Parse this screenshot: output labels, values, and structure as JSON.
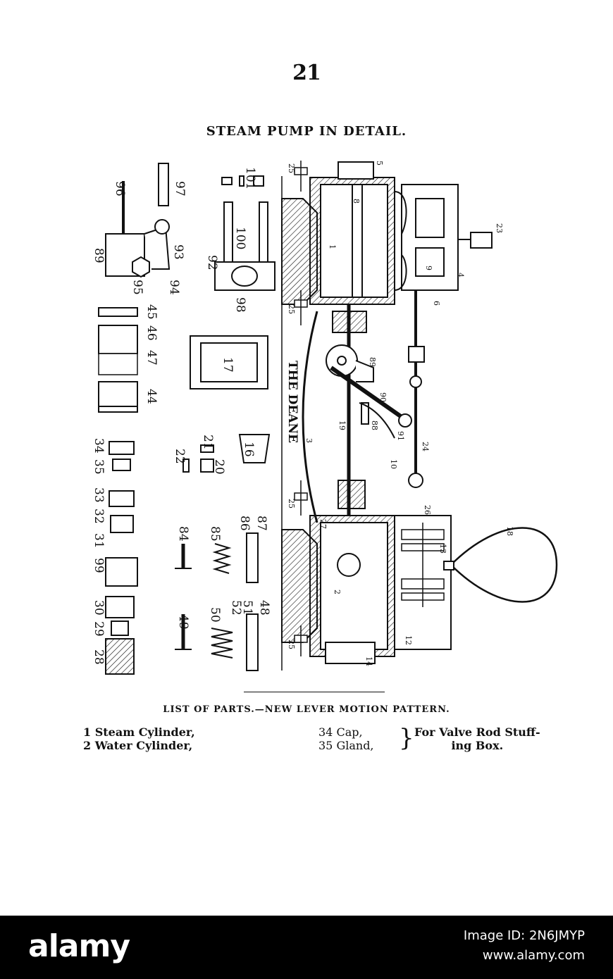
{
  "page_number": "21",
  "title": "STEAM PUMP IN DETAIL.",
  "figure": {
    "labels": {
      "l101": "101",
      "l96": "96",
      "l97": "97",
      "l89a": "89",
      "l93": "93",
      "l95": "95",
      "l94": "94",
      "l92": "92",
      "l100": "100",
      "l98": "98",
      "l45": "45",
      "l46": "46",
      "l47": "47",
      "l44": "44",
      "l17": "17",
      "l34": "34",
      "l35": "35",
      "l33": "33",
      "l32": "32",
      "l31": "31",
      "l22": "22",
      "l21": "21",
      "l20": "20",
      "l16": "16",
      "l84": "84",
      "l85": "85",
      "l86": "86",
      "l87": "87",
      "l99": "99",
      "l30": "30",
      "l29": "29",
      "l28": "28",
      "l49": "49",
      "l50": "50",
      "l52": "52",
      "l51": "51",
      "l48": "48",
      "l5": "5",
      "l8": "8",
      "l1": "1",
      "l9": "9",
      "l4": "4",
      "l6": "6",
      "l23": "23",
      "l25a": "25",
      "l25b": "25",
      "l25c": "25",
      "l25d": "25",
      "l89b": "89",
      "l90": "90",
      "l91": "91",
      "l88": "88",
      "l19": "19",
      "l3": "3",
      "l24": "24",
      "l10": "10",
      "l26": "26",
      "l27": "27",
      "l2": "2",
      "l13": "13",
      "l12": "12",
      "l14": "14",
      "l18": "18"
    },
    "brand_text": "THE DEANE"
  },
  "list_heading": "LIST OF PARTS.—NEW LEVER MOTION PATTERN.",
  "parts_left": [
    "1 Steam Cylinder,",
    "2 Water Cylinder,"
  ],
  "parts_mid": [
    "34 Cap,",
    "35 Gland,"
  ],
  "parts_right": [
    "For Valve Rod Stuff-",
    "ing Box."
  ],
  "footer": {
    "logo": "alamy",
    "image_id": "Image ID: 2N6JMYP",
    "url": "www.alamy.com"
  }
}
